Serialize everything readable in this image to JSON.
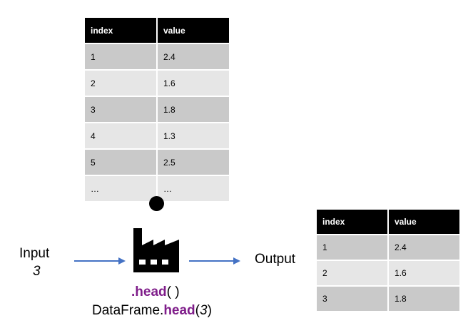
{
  "top_table": {
    "headers": [
      "index",
      "value"
    ],
    "rows": [
      [
        "1",
        "2.4"
      ],
      [
        "2",
        "1.6"
      ],
      [
        "3",
        "1.8"
      ],
      [
        "4",
        "1.3"
      ],
      [
        "5",
        "2.5"
      ],
      [
        "…",
        "…"
      ]
    ]
  },
  "input": {
    "label": "Input",
    "value": "3"
  },
  "output": {
    "label": "Output"
  },
  "method": {
    "short_prefix": ".",
    "short_name": "head",
    "short_args": "( )",
    "call_object": "DataFrame.",
    "call_name": "head",
    "call_open": "(",
    "call_arg": "3",
    "call_close": ")"
  },
  "output_table": {
    "headers": [
      "index",
      "value"
    ],
    "rows": [
      [
        "1",
        "2.4"
      ],
      [
        "2",
        "1.6"
      ],
      [
        "3",
        "1.8"
      ]
    ]
  },
  "colors": {
    "header_bg": "#000000",
    "row_dark": "#c9c9c9",
    "row_light": "#e6e6e6",
    "arrow": "#4472c4",
    "keyword": "#7f1d8a"
  },
  "icons": {
    "factory": "factory-icon",
    "connector": "connector-dot"
  }
}
